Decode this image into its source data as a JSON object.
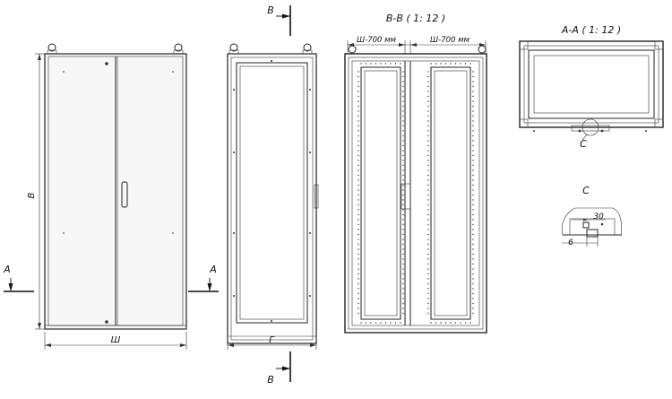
{
  "views": {
    "front": {
      "height_label": "В",
      "width_label": "Ш",
      "section_mark_left": "А",
      "section_mark_right": "А"
    },
    "side": {
      "depth_label": "Г",
      "section_mark_top": "В",
      "section_mark_bottom": "В"
    },
    "section_bb": {
      "title": "В-В ( 1: 12 )",
      "dim_left": "Ш-700 мм",
      "dim_right": "Ш-700 мм"
    },
    "section_aa": {
      "title": "А-А ( 1: 12 )",
      "detail_callout": "С"
    },
    "detail_c": {
      "title": "С",
      "dim_30": "30",
      "dim_6": "6"
    }
  }
}
